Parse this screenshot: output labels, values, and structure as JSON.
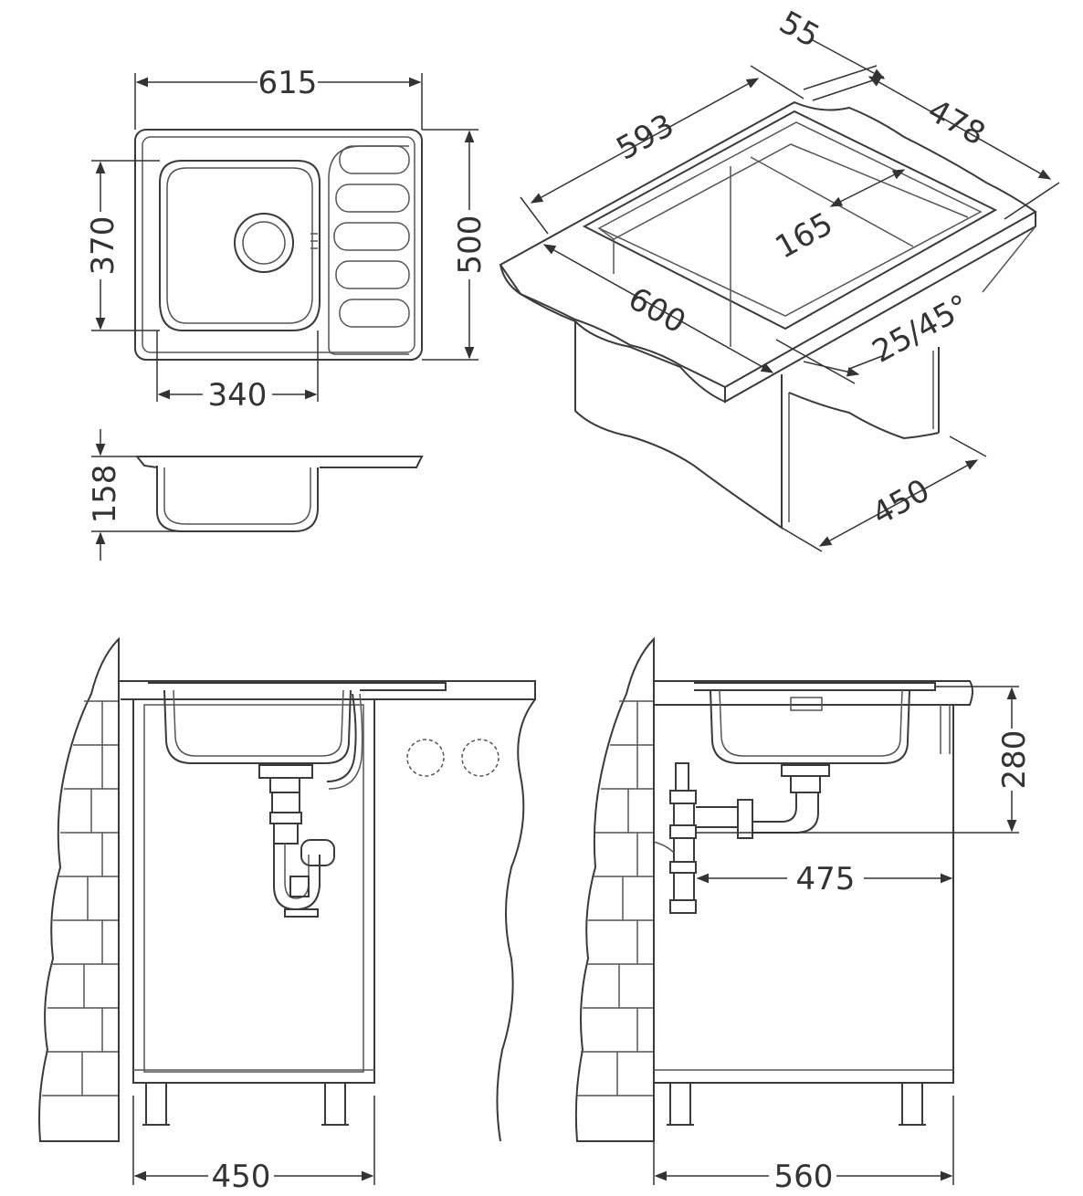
{
  "dimensions": {
    "top_width": "615",
    "bowl_length": "370",
    "overall_depth": "500",
    "bowl_width": "340",
    "bowl_height": "158",
    "cutout_width": "593",
    "rim": "55",
    "cutout_depth": "478",
    "drainer": "165",
    "cabinet_width": "600",
    "edge_angle": "25/45°",
    "cabinet_depth": "450",
    "front_cabinet_width": "450",
    "drain_height": "280",
    "drain_offset": "475",
    "side_cabinet_depth": "560"
  },
  "colors": {
    "line": "#3a3a3a",
    "background": "#ffffff"
  }
}
